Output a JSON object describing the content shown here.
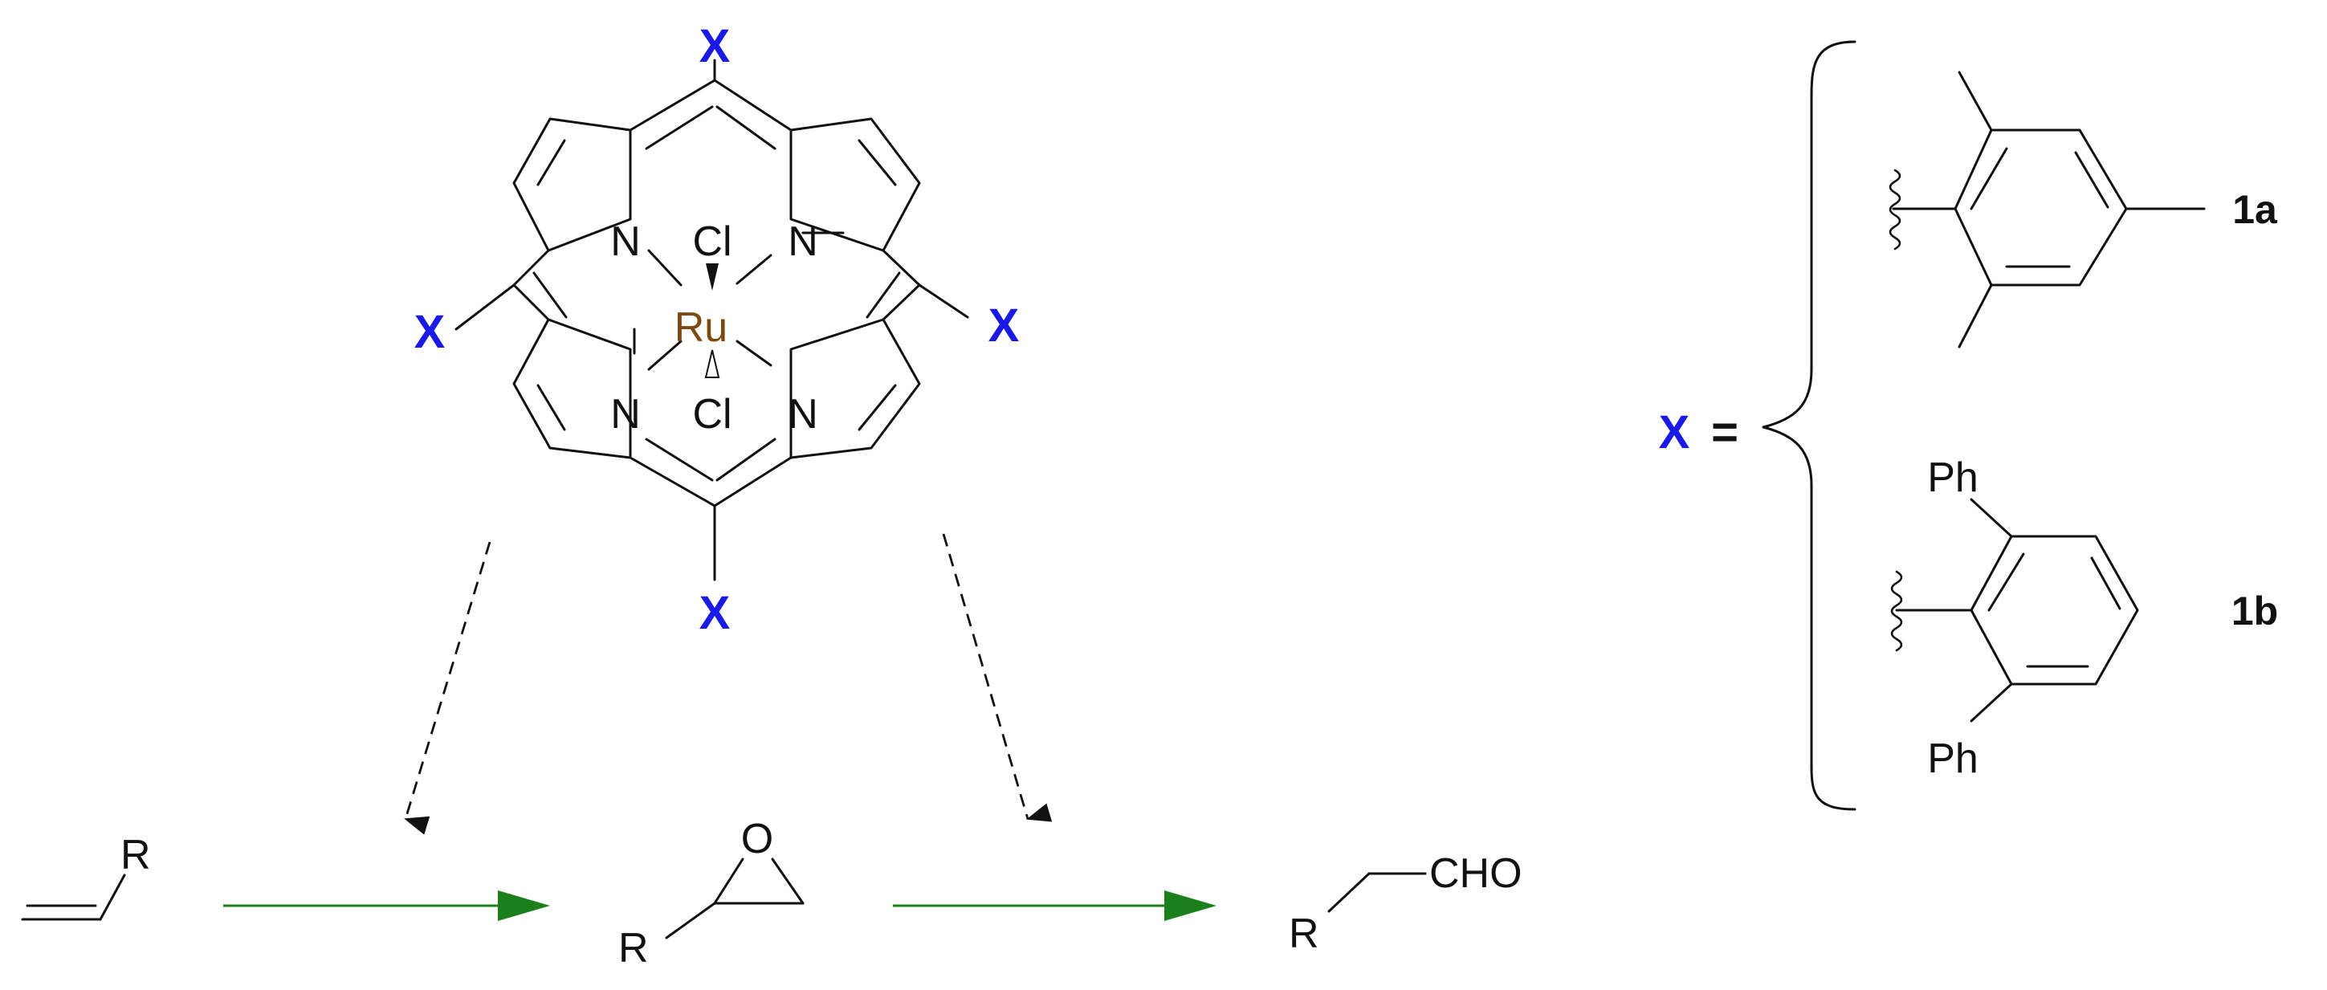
{
  "colors": {
    "substituent": "#1a1ae6",
    "metal": "#7a4a10",
    "arrow": "#1b7f1b",
    "ink": "#111111"
  },
  "porphyrin": {
    "metal": "Ru",
    "axial_ligand_top": "Cl",
    "axial_ligand_bottom": "Cl",
    "nitrogen": "N",
    "meso_substituent": "X"
  },
  "substituents": {
    "equals_label": "X",
    "equals_sign": "=",
    "compound_a": "1a",
    "compound_b": "1b",
    "phenyl": "Ph"
  },
  "reaction": {
    "alkene_group": "R",
    "epoxide_oxygen": "O",
    "epoxide_group": "R",
    "aldehyde_group": "R",
    "aldehyde_function": "CHO"
  }
}
